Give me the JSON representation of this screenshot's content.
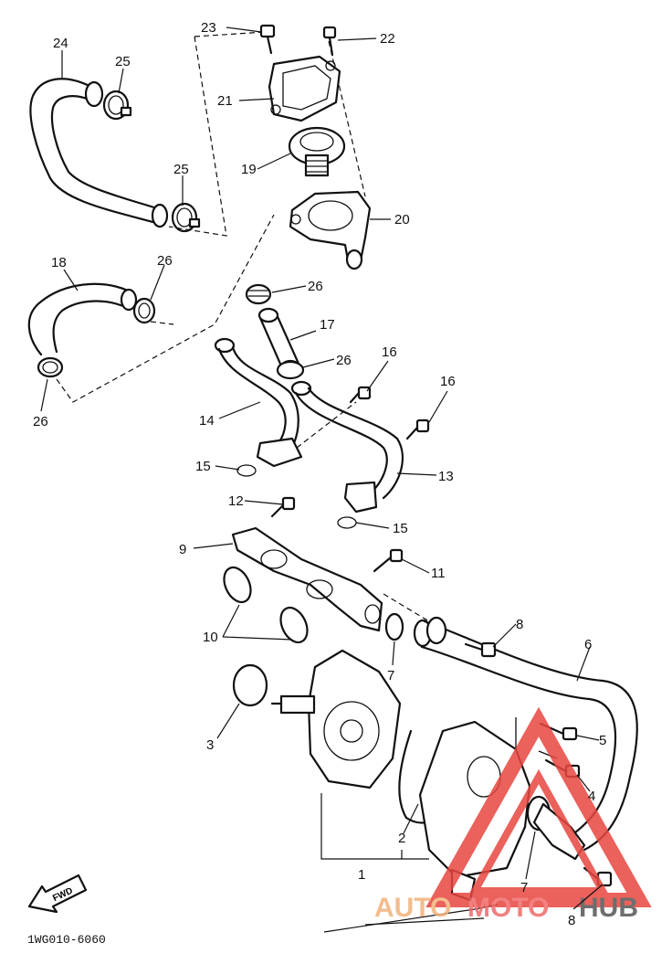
{
  "diagram": {
    "doc_number": "1WG010-6060",
    "fwd_label": "FWD",
    "callouts": [
      {
        "id": "c1",
        "label": "1"
      },
      {
        "id": "c2",
        "label": "2"
      },
      {
        "id": "c3",
        "label": "3"
      },
      {
        "id": "c4",
        "label": "4"
      },
      {
        "id": "c5",
        "label": "5"
      },
      {
        "id": "c6",
        "label": "6"
      },
      {
        "id": "c7a",
        "label": "7"
      },
      {
        "id": "c7b",
        "label": "7"
      },
      {
        "id": "c8a",
        "label": "8"
      },
      {
        "id": "c8b",
        "label": "8"
      },
      {
        "id": "c9",
        "label": "9"
      },
      {
        "id": "c10",
        "label": "10"
      },
      {
        "id": "c11",
        "label": "11"
      },
      {
        "id": "c12",
        "label": "12"
      },
      {
        "id": "c13",
        "label": "13"
      },
      {
        "id": "c14",
        "label": "14"
      },
      {
        "id": "c15a",
        "label": "15"
      },
      {
        "id": "c15b",
        "label": "15"
      },
      {
        "id": "c16a",
        "label": "16"
      },
      {
        "id": "c16b",
        "label": "16"
      },
      {
        "id": "c17",
        "label": "17"
      },
      {
        "id": "c18",
        "label": "18"
      },
      {
        "id": "c19",
        "label": "19"
      },
      {
        "id": "c20",
        "label": "20"
      },
      {
        "id": "c21",
        "label": "21"
      },
      {
        "id": "c22",
        "label": "22"
      },
      {
        "id": "c23",
        "label": "23"
      },
      {
        "id": "c24",
        "label": "24"
      },
      {
        "id": "c25a",
        "label": "25"
      },
      {
        "id": "c25b",
        "label": "25"
      },
      {
        "id": "c26a",
        "label": "26"
      },
      {
        "id": "c26b",
        "label": "26"
      },
      {
        "id": "c26c",
        "label": "26"
      },
      {
        "id": "c26d",
        "label": "26"
      }
    ]
  },
  "watermark": {
    "part1": "AUTO",
    "part2": "MOTO",
    "part3": "HUB",
    "color_auto": "#f2b27a",
    "color_moto": "#f06a6a",
    "color_hub": "#555555",
    "triangle_color": "#e8463f"
  }
}
